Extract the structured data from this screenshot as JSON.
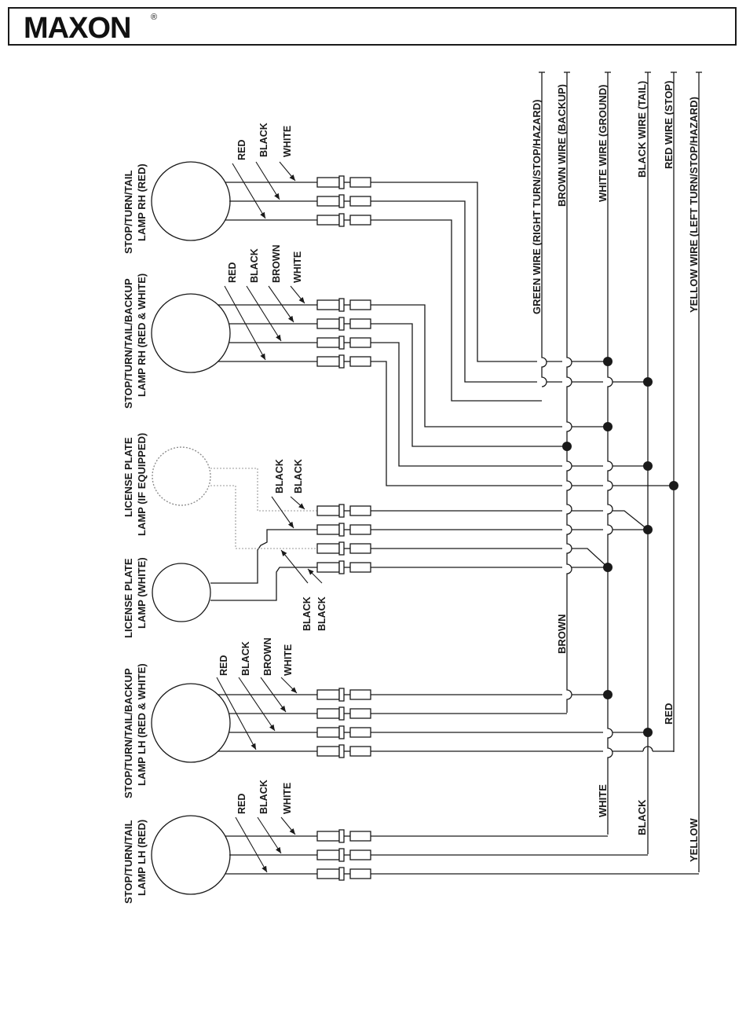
{
  "header": {
    "brand": "MAXON",
    "registered_mark": "®"
  },
  "lamps": {
    "rh_red": {
      "title_line1": "STOP/TURN/TAIL",
      "title_line2": "LAMP RH (RED)",
      "wire_labels": [
        "RED",
        "BLACK",
        "WHITE"
      ]
    },
    "rh_red_white": {
      "title_line1": "STOP/TURN/TAIL/BACKUP",
      "title_line2": "LAMP RH (RED & WHITE)",
      "wire_labels": [
        "RED",
        "BLACK",
        "BROWN",
        "WHITE"
      ]
    },
    "plate_optional": {
      "title_line1": "LICENSE PLATE",
      "title_line2": "LAMP (IF EQUIPPED)",
      "wire_labels": [
        "BLACK",
        "BLACK"
      ]
    },
    "plate_white": {
      "title_line1": "LICENSE PLATE",
      "title_line2": "LAMP (WHITE)",
      "wire_labels": [
        "BLACK",
        "BLACK"
      ]
    },
    "lh_red_white": {
      "title_line1": "STOP/TURN/TAIL/BACKUP",
      "title_line2": "LAMP LH (RED & WHITE)",
      "wire_labels": [
        "RED",
        "BLACK",
        "BROWN",
        "WHITE"
      ]
    },
    "lh_red": {
      "title_line1": "STOP/TURN/TAIL",
      "title_line2": "LAMP LH (RED)",
      "wire_labels": [
        "RED",
        "BLACK",
        "WHITE"
      ]
    }
  },
  "harness": {
    "green": "GREEN WIRE (RIGHT TURN/STOP/HAZARD)",
    "brown": "BROWN WIRE (BACKUP)",
    "white": "WHITE WIRE (GROUND)",
    "black": "BLACK WIRE (TAIL)",
    "red": "RED WIRE (STOP)",
    "yellow": "YELLOW WIRE (LEFT TURN/STOP/HAZARD)"
  },
  "bus_labels": {
    "brown": "BROWN",
    "red": "RED",
    "white": "WHITE",
    "black": "BLACK",
    "yellow": "YELLOW"
  }
}
